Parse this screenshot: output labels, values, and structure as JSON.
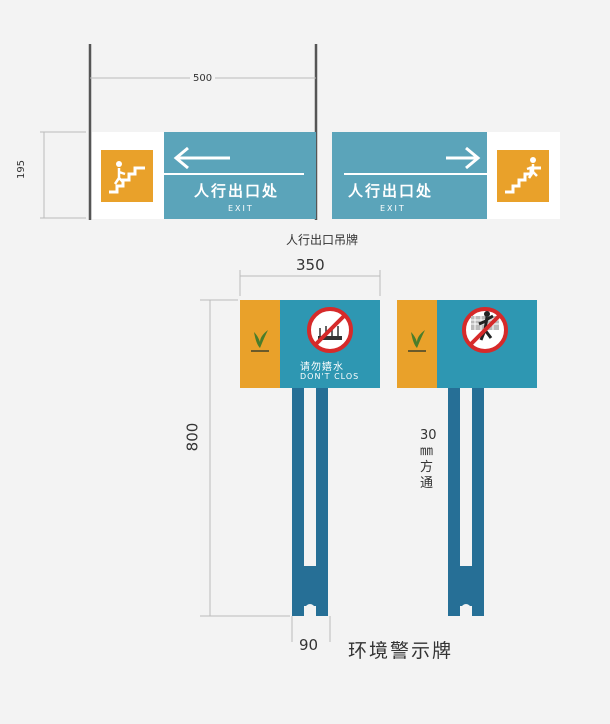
{
  "hanging_sign": {
    "width_dim": "500",
    "height_dim": "195",
    "title": "人行出口处",
    "subtitle": "EXIT",
    "caption": "人行出口吊牌"
  },
  "warning_signs": {
    "width_dim": "350",
    "height_dim": "800",
    "post_dim": "90",
    "post_note": "30㎜方通",
    "sign1_text_cn": "请勿嬉水",
    "sign1_text_en": "DON'T CLOS",
    "caption": "环境警示牌"
  },
  "colors": {
    "teal": "#5ba4ba",
    "orange": "#e9a12a",
    "panel_teal": "#2e97b2",
    "post_blue": "#266f96",
    "dark_line": "#444444"
  }
}
